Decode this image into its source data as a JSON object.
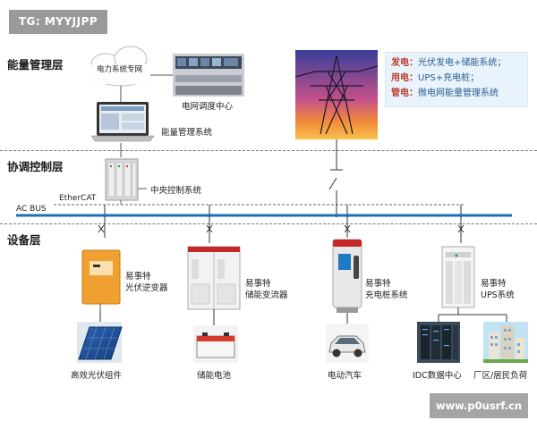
{
  "watermark_top": "TG: MYYJJPP",
  "watermark_bottom": "www.p0usrf.cn",
  "layers": {
    "energy": "能量管理层",
    "coordination": "协调控制层",
    "device": "设备层"
  },
  "top": {
    "cloud_label": "电力系统专网",
    "dispatch_center": "电网调度中心",
    "ems": "能量管理系统",
    "central_control": "中央控制系统",
    "ethercat": "EtherCAT",
    "acbus": "AC BUS"
  },
  "legend": [
    {
      "key": "发电：",
      "value": "光伏发电+储能系统；"
    },
    {
      "key": "用电：",
      "value": "UPS+充电桩；"
    },
    {
      "key": "管电：",
      "value": "微电网能量管理系统"
    }
  ],
  "devices": {
    "pv_inverter": {
      "line1": "易事特",
      "line2": "光伏逆变器"
    },
    "storage_converter": {
      "line1": "易事特",
      "line2": "储能变流器"
    },
    "charger": {
      "line1": "易事特",
      "line2": "充电桩系统"
    },
    "ups": {
      "line1": "易事特",
      "line2": "UPS系统"
    }
  },
  "loads": {
    "pv_module": "高效光伏组件",
    "battery": "储能电池",
    "ev": "电动汽车",
    "idc": "IDC数据中心",
    "factory": "厂区/居民负荷"
  },
  "colors": {
    "bus": "#1f6fb5",
    "ac_label": "#1f6fb5",
    "legend_key": "#c0392b",
    "legend_value": "#2c5e8f",
    "inverter": "#f0a030"
  }
}
